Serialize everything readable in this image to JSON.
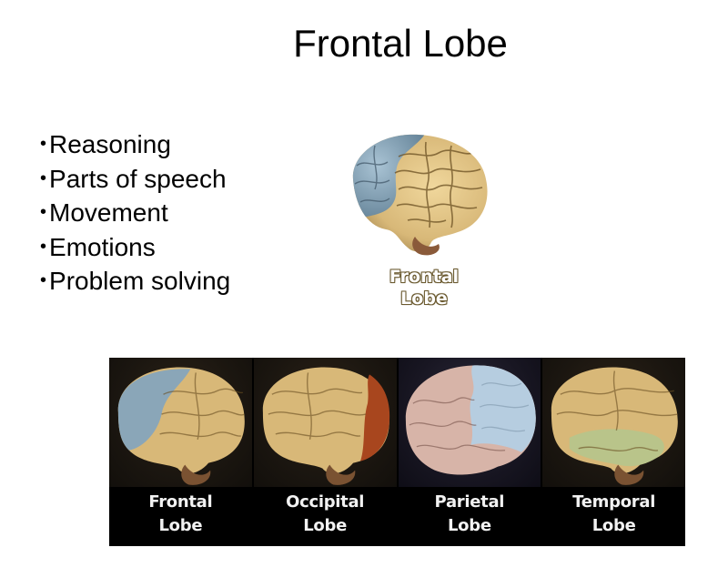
{
  "title": "Frontal Lobe",
  "bullets": [
    "Reasoning",
    "Parts of speech",
    "Movement",
    "Emotions",
    "Problem solving"
  ],
  "bullet_glyph": "•",
  "brain_caption": {
    "line1": "Frontal",
    "line2": "Lobe"
  },
  "lobe_panels": [
    {
      "line1": "Frontal",
      "line2": "Lobe",
      "highlight": "#8aa6b8"
    },
    {
      "line1": "Occipital",
      "line2": "Lobe",
      "highlight": "#a8461e"
    },
    {
      "line1": "Parietal",
      "line2": "Lobe",
      "highlight": "#b6cde0"
    },
    {
      "line1": "Temporal",
      "line2": "Lobe",
      "highlight": "#b9c48a"
    }
  ],
  "colors": {
    "brain_tan": "#d8b878",
    "brain_shadow": "#8a6d3a",
    "frontal_blue": "#7f9fb4",
    "caption_outline": "#6b5a2f"
  }
}
